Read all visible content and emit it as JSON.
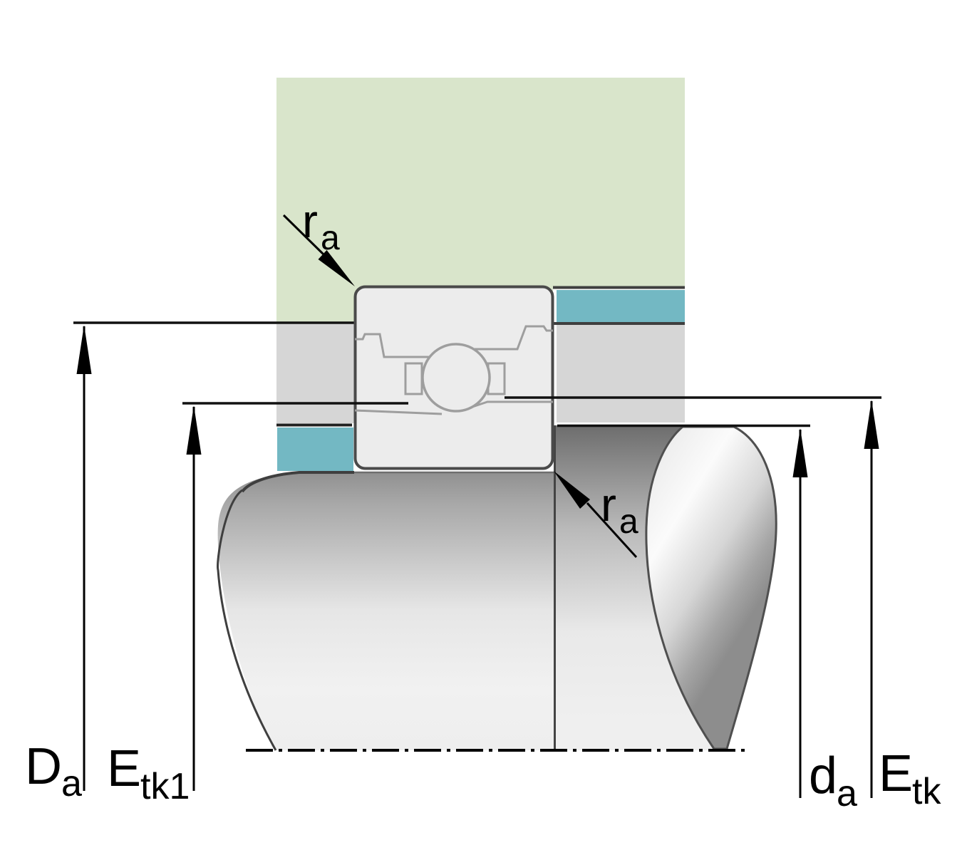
{
  "figure": {
    "kind": "bearing-mounting-dimensions-drawing",
    "parts": {
      "housing": "housing-section",
      "spacer_top_right": "outer-spacer-ring",
      "spacer_bottom_left": "inner-spacer-ring",
      "bearing": "angular-contact-spindle-bearing-section",
      "shaft": "shaft-with-shoulder"
    }
  },
  "labels": {
    "Da": {
      "main": "D",
      "sub": "a"
    },
    "Etk1": {
      "main": "E",
      "sub": "tk1"
    },
    "da": {
      "main": "d",
      "sub": "a"
    },
    "Etk": {
      "main": "E",
      "sub": "tk"
    },
    "ra_top": {
      "main": "r",
      "sub": "a"
    },
    "ra_bottom": {
      "main": "r",
      "sub": "a"
    }
  },
  "colors": {
    "housing_green": "#d9e5cb",
    "spacer_teal": "#73b8c3",
    "bore_gray": "#d6d6d6",
    "bearing_fill": "#ececec",
    "outline_dark": "#4a4a4a",
    "inner_line_gray": "#9e9e9e",
    "dimension_black": "#000000"
  }
}
